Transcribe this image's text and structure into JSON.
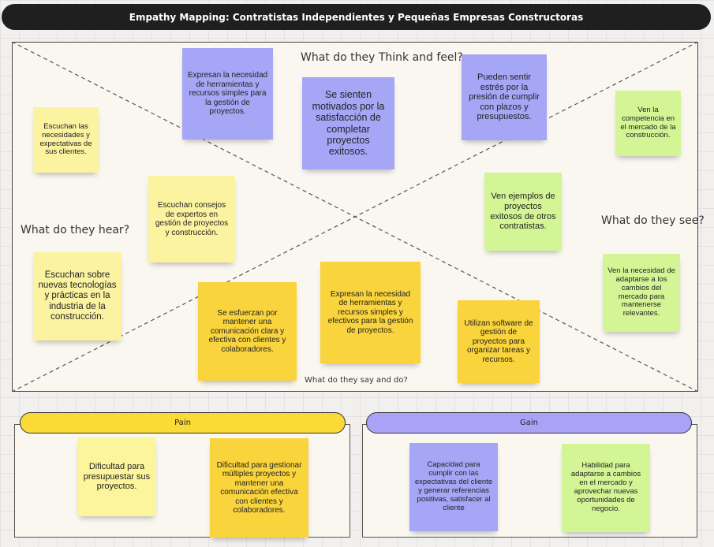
{
  "title": "Empathy Mapping: Contratistas Independientes y Pequeñas Empresas Constructoras",
  "quadrants": {
    "think_feel": "What do they Think and feel?",
    "hear": "What do they hear?",
    "see": "What do they see?",
    "say_do": "What do they say and do?"
  },
  "notes": {
    "think_1": "Expresan la necesidad de herramientas y recursos simples para la gestión de proyectos.",
    "think_2": "Se sienten motivados por la satisfacción de completar proyectos exitosos.",
    "think_3": "Pueden sentir estrés por la presión de cumplir con plazos y presupuestos.",
    "hear_1": "Escuchan las necesidades y expectativas de sus clientes.",
    "hear_2": "Escuchan consejos de expertos en gestión de proyectos y construcción.",
    "hear_3": "Escuchan sobre nuevas tecnologías y prácticas en la industria de la construcción.",
    "see_1": "Ven la competencia en el mercado de la construcción.",
    "see_2": "Ven ejemplos de proyectos exitosos de otros contratistas.",
    "see_3": "Ven la necesidad de adaptarse a los cambios del mercado para mantenerse relevantes.",
    "say_1": "Se esfuerzan por mantener una comunicación clara y efectiva con clientes y colaboradores.",
    "say_2": "Expresan la necesidad de herramientas y recursos simples y efectivos para la gestión de proyectos.",
    "say_3": "Utilizan software de gestión de proyectos para organizar tareas y recursos."
  },
  "pain": {
    "label": "Pain",
    "notes": [
      "Dificultad para presupuestar sus proyectos.",
      "Dificultad para gestionar múltiples proyectos y mantener una comunicación efectiva con clientes y colaboradores."
    ]
  },
  "gain": {
    "label": "Gain",
    "notes": [
      "Capacidad para cumplir con las expectativas del cliente y generar referencias positivas, satisfacer al cliente",
      "Habilidad para adaptarse a cambios en el mercado y aprovechar nuevas oportunidades de negocio."
    ]
  },
  "colors": {
    "yellow": "#fbf3a0",
    "amber": "#f9d43c",
    "purple": "#a5a6f6",
    "green": "#d4f595",
    "pain_pill": "#fbd936",
    "gain_pill": "#a9a3f7"
  }
}
